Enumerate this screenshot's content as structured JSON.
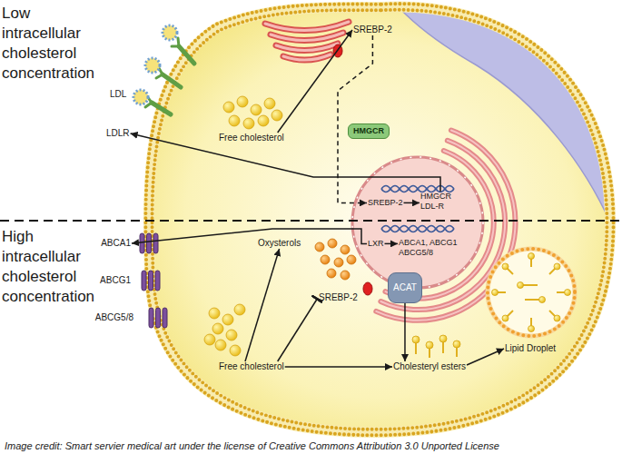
{
  "diagram": {
    "caption": "Image credit: Smart servier medical art under the license of Creative Commons Attribution 3.0 Unported License",
    "nodes": [
      {
        "text": [
          "LDL"
        ]
      },
      {
        "text": [
          "LDLR"
        ]
      },
      {
        "text": [
          "SREBP-2"
        ]
      },
      {
        "text": [
          "Free cholesterol"
        ]
      },
      {
        "text": [
          "HMGCR"
        ]
      },
      {
        "text": [
          "SREBP-2"
        ]
      },
      {
        "text": [
          "HMGCR LDL-R"
        ]
      },
      {
        "text": [
          "LXR"
        ]
      },
      {
        "text": [
          "ABCA1, ABCG1 ABCG5/8"
        ]
      },
      {
        "text": [
          "ABCA1"
        ]
      },
      {
        "text": [
          "Oxysterols"
        ]
      },
      {
        "text": [
          "ABCG1"
        ]
      },
      {
        "text": [
          "SREBP-2"
        ]
      },
      {
        "text": [
          "ACAT"
        ]
      },
      {
        "text": [
          "ABCG5/8"
        ]
      },
      {
        "text": [
          "Lipid Droplet"
        ]
      },
      {
        "text": [
          "Free cholesterol"
        ]
      },
      {
        "text": [
          "Cholesteryl esters"
        ]
      }
    ],
    "edges": [
      {
        "from": 3,
        "to": 2,
        "arrow": "to"
      },
      {
        "from": 2,
        "to": 5,
        "arrow": "to"
      },
      {
        "from": 5,
        "to": 6,
        "arrow": "to"
      },
      {
        "from": 6,
        "to": 1,
        "arrow": "to"
      },
      {
        "from": 7,
        "to": 8,
        "arrow": "to"
      },
      {
        "from": 7,
        "to": 9,
        "arrow": "to"
      },
      {
        "from": 16,
        "to": 10,
        "arrow": "to"
      },
      {
        "from": 16,
        "to": 12,
        "arrow": "none"
      },
      {
        "from": 16,
        "to": 17,
        "arrow": "to"
      },
      {
        "from": 13,
        "to": 17,
        "arrow": "to"
      },
      {
        "from": 17,
        "to": 15,
        "arrow": "to"
      }
    ],
    "labels": [
      "Low intracellular cholesterol concentration",
      "High intracellular cholesterol concentration"
    ]
  }
}
